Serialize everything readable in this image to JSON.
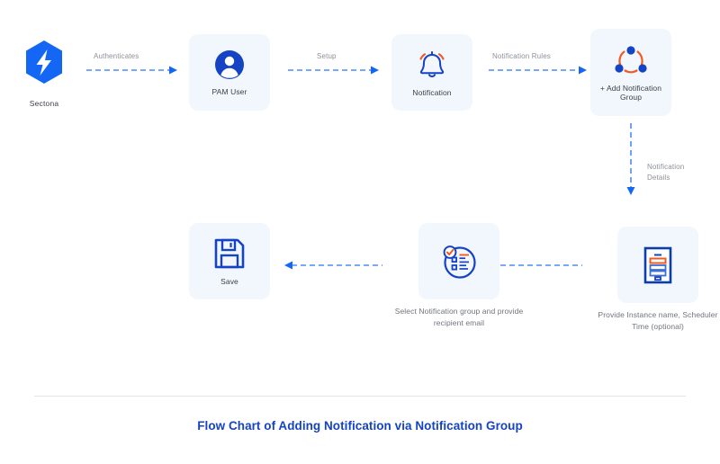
{
  "diagram": {
    "title": "Flow Chart of Adding Notification via Notification Group",
    "brand_color": "#1443c4",
    "accent_color": "#f15a22",
    "card_bg": "#f2f6fd",
    "arrow_color": "#4a8cf7",
    "nodes": [
      {
        "id": "sectona",
        "kind": "logo",
        "icon": "sectona-bolt-logo-icon",
        "label": "Sectona"
      },
      {
        "id": "pam-user",
        "kind": "card",
        "icon": "user-avatar-icon",
        "label": "PAM User"
      },
      {
        "id": "notification",
        "kind": "card",
        "icon": "bell-icon",
        "label": "Notification"
      },
      {
        "id": "add-notification-group",
        "kind": "card",
        "icon": "notification-group-icon",
        "label": "+ Add\nNotification Group"
      },
      {
        "id": "provide-instance",
        "kind": "card",
        "icon": "form-document-icon",
        "label": "",
        "caption": "Provide Instance name,\nScheduler Time (optional)"
      },
      {
        "id": "select-notification-group",
        "kind": "card",
        "icon": "checklist-icon",
        "label": "",
        "caption": "Select Notification\ngroup and provide\nrecipient email"
      },
      {
        "id": "save",
        "kind": "card",
        "icon": "floppy-disk-save-icon",
        "label": "Save"
      }
    ],
    "connectors": [
      {
        "id": "sectona-to-pam",
        "from": "sectona",
        "to": "pam-user",
        "label": "Authenticates",
        "direction": "right"
      },
      {
        "id": "pam-to-notification",
        "from": "pam-user",
        "to": "notification",
        "label": "Setup",
        "direction": "right"
      },
      {
        "id": "notification-to-group",
        "from": "notification",
        "to": "add-notification-group",
        "label": "Notification Rules",
        "direction": "right"
      },
      {
        "id": "group-to-instance",
        "from": "add-notification-group",
        "to": "provide-instance",
        "label": "Notification\nDetails",
        "direction": "down"
      },
      {
        "id": "instance-to-select",
        "from": "provide-instance",
        "to": "select-notification-group",
        "label": "",
        "direction": "left"
      },
      {
        "id": "select-to-save",
        "from": "select-notification-group",
        "to": "save",
        "label": "",
        "direction": "left"
      }
    ]
  }
}
